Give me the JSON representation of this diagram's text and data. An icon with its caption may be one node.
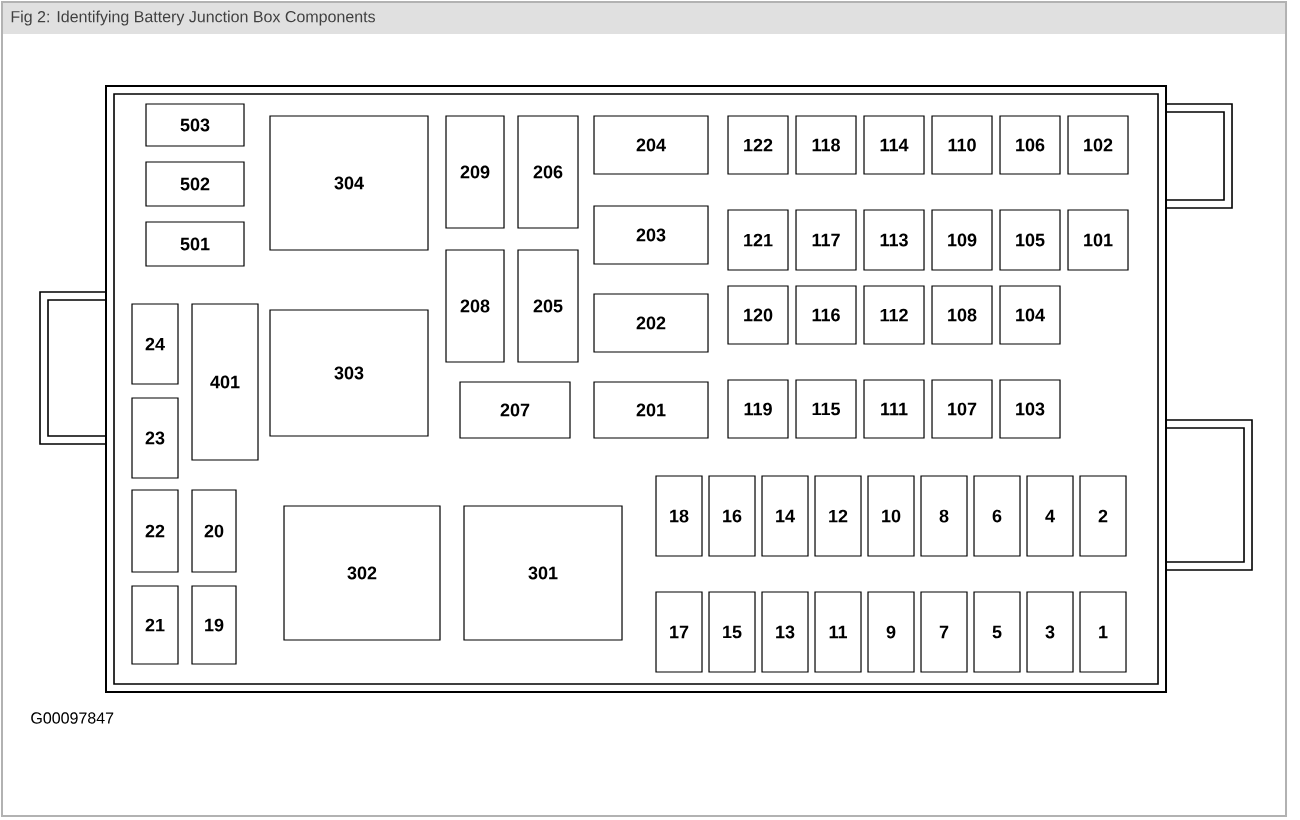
{
  "diagram": {
    "title": "Fig 2: Identifying Battery Junction Box Components",
    "nodes": [
      {
        "text": [],
        "shape": "box"
      },
      {
        "text": [
          "503"
        ],
        "in": 0
      },
      {
        "text": [
          "502"
        ],
        "in": 0
      },
      {
        "text": [
          "501"
        ],
        "in": 0
      },
      {
        "text": [
          "304"
        ],
        "in": 0
      },
      {
        "text": [
          "209"
        ],
        "in": 0
      },
      {
        "text": [
          "206"
        ],
        "in": 0
      },
      {
        "text": [
          "208"
        ],
        "in": 0
      },
      {
        "text": [
          "205"
        ],
        "in": 0
      },
      {
        "text": [
          "204"
        ],
        "in": 0
      },
      {
        "text": [
          "203"
        ],
        "in": 0
      },
      {
        "text": [
          "202"
        ],
        "in": 0
      },
      {
        "text": [
          "207"
        ],
        "in": 0
      },
      {
        "text": [
          "201"
        ],
        "in": 0
      },
      {
        "text": [
          "122"
        ],
        "in": 0
      },
      {
        "text": [
          "118"
        ],
        "in": 0
      },
      {
        "text": [
          "114"
        ],
        "in": 0
      },
      {
        "text": [
          "110"
        ],
        "in": 0
      },
      {
        "text": [
          "106"
        ],
        "in": 0
      },
      {
        "text": [
          "102"
        ],
        "in": 0
      },
      {
        "text": [
          "121"
        ],
        "in": 0
      },
      {
        "text": [
          "117"
        ],
        "in": 0
      },
      {
        "text": [
          "113"
        ],
        "in": 0
      },
      {
        "text": [
          "109"
        ],
        "in": 0
      },
      {
        "text": [
          "105"
        ],
        "in": 0
      },
      {
        "text": [
          "101"
        ],
        "in": 0
      },
      {
        "text": [
          "120"
        ],
        "in": 0
      },
      {
        "text": [
          "116"
        ],
        "in": 0
      },
      {
        "text": [
          "112"
        ],
        "in": 0
      },
      {
        "text": [
          "108"
        ],
        "in": 0
      },
      {
        "text": [
          "104"
        ],
        "in": 0
      },
      {
        "text": [
          "119"
        ],
        "in": 0
      },
      {
        "text": [
          "115"
        ],
        "in": 0
      },
      {
        "text": [
          "111"
        ],
        "in": 0
      },
      {
        "text": [
          "107"
        ],
        "in": 0
      },
      {
        "text": [
          "103"
        ],
        "in": 0
      },
      {
        "text": [
          "24"
        ],
        "in": 0
      },
      {
        "text": [
          "23"
        ],
        "in": 0
      },
      {
        "text": [
          "401"
        ],
        "in": 0
      },
      {
        "text": [
          "303"
        ],
        "in": 0
      },
      {
        "text": [
          "22"
        ],
        "in": 0
      },
      {
        "text": [
          "20"
        ],
        "in": 0
      },
      {
        "text": [
          "21"
        ],
        "in": 0
      },
      {
        "text": [
          "19"
        ],
        "in": 0
      },
      {
        "text": [
          "302"
        ],
        "in": 0
      },
      {
        "text": [
          "301"
        ],
        "in": 0
      },
      {
        "text": [
          "18"
        ],
        "in": 0
      },
      {
        "text": [
          "16"
        ],
        "in": 0
      },
      {
        "text": [
          "14"
        ],
        "in": 0
      },
      {
        "text": [
          "12"
        ],
        "in": 0
      },
      {
        "text": [
          "10"
        ],
        "in": 0
      },
      {
        "text": [
          "8"
        ],
        "in": 0
      },
      {
        "text": [
          "6"
        ],
        "in": 0
      },
      {
        "text": [
          "4"
        ],
        "in": 0
      },
      {
        "text": [
          "2"
        ],
        "in": 0
      },
      {
        "text": [
          "17"
        ],
        "in": 0
      },
      {
        "text": [
          "15"
        ],
        "in": 0
      },
      {
        "text": [
          "13"
        ],
        "in": 0
      },
      {
        "text": [
          "11"
        ],
        "in": 0
      },
      {
        "text": [
          "9"
        ],
        "in": 0
      },
      {
        "text": [
          "7"
        ],
        "in": 0
      },
      {
        "text": [
          "5"
        ],
        "in": 0
      },
      {
        "text": [
          "3"
        ],
        "in": 0
      },
      {
        "text": [
          "1"
        ],
        "in": 0
      }
    ],
    "edges": [],
    "labels": [
      "G00097847"
    ]
  }
}
